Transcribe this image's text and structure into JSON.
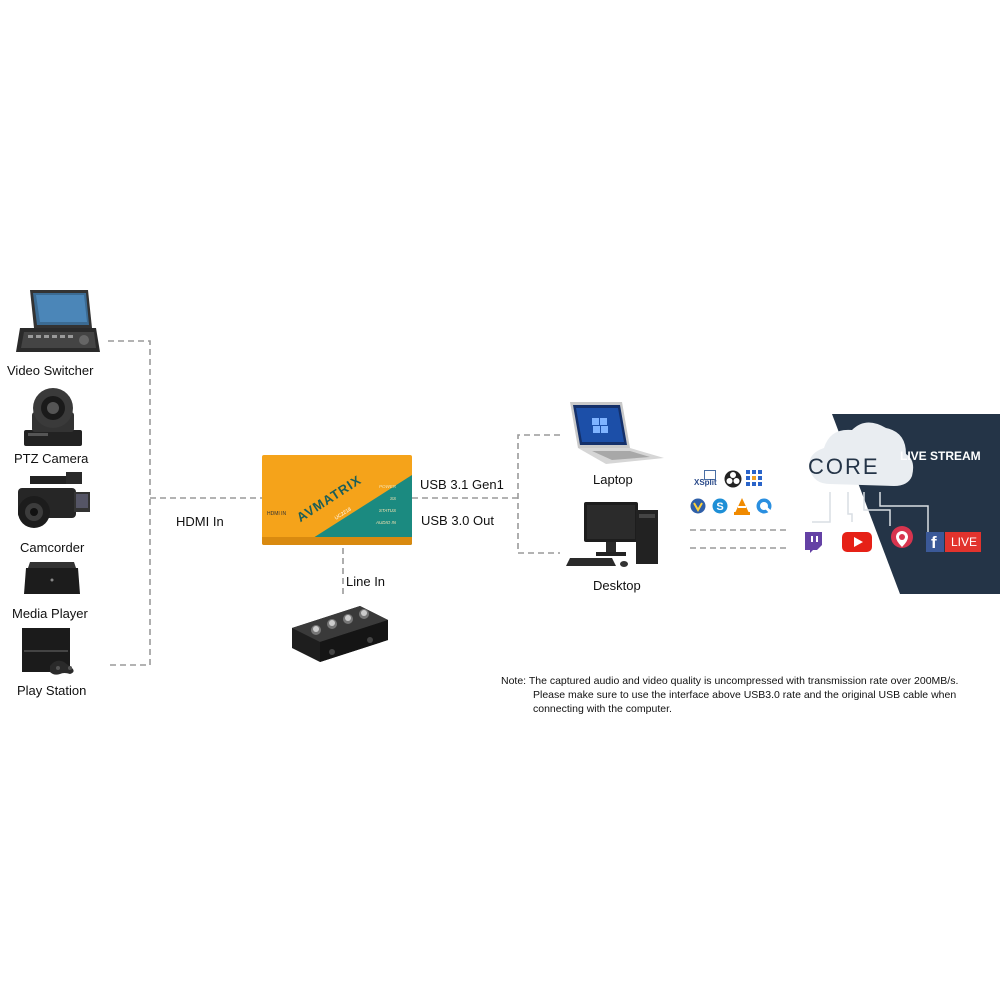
{
  "sources": {
    "video_switcher": "Video Switcher",
    "ptz_camera": "PTZ Camera",
    "camcorder": "Camcorder",
    "media_player": "Media Player",
    "play_station": "Play Station"
  },
  "connections": {
    "hdmi_in": "HDMI In",
    "line_in": "Line In",
    "usb_gen": "USB 3.1 Gen1",
    "usb_out": "USB 3.0 Out"
  },
  "device": {
    "brand": "AVMATRIX",
    "port_label": "HDMI IN",
    "indicators": [
      "POWER",
      "SS",
      "STATUS",
      "AUDIO IN"
    ],
    "model": "UC2218"
  },
  "computers": {
    "laptop": "Laptop",
    "desktop": "Desktop"
  },
  "software": {
    "xsplit": "XSplit"
  },
  "stream": {
    "core": "CORE",
    "live_stream": "LIVE STREAM",
    "live_badge": "LIVE",
    "facebook_letter": "f"
  },
  "note": {
    "line1": "Note: The captured audio and video quality is uncompressed with transmission rate over 200MB/s.",
    "line2": "Please make sure to use the interface above USB3.0 rate and the original USB cable when",
    "line3": "connecting with the computer."
  },
  "colors": {
    "device_orange": "#f5a31a",
    "device_teal": "#1b8a80",
    "panel_navy": "#243447",
    "cloud_grey": "#e9edf1",
    "twitch": "#6441a5",
    "youtube": "#e62117",
    "periscope": "#d8344e",
    "facebook": "#3b5998",
    "live_red": "#e2332d"
  }
}
